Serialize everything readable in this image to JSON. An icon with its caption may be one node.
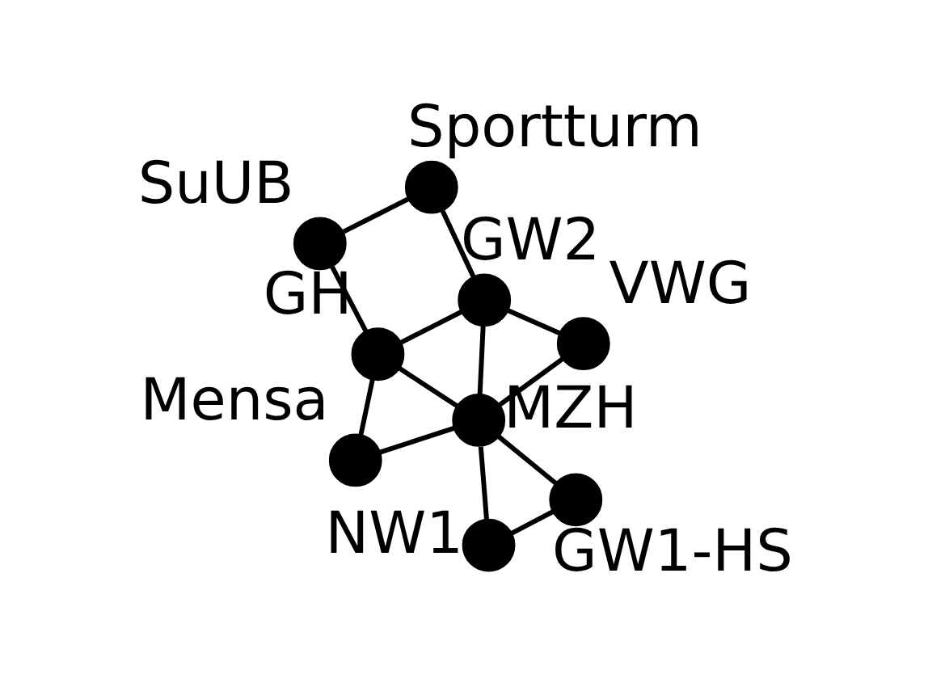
{
  "diagram": {
    "nodes": [
      {
        "text": [],
        "shape": "circle",
        "beside": [
          "SuUB"
        ]
      },
      {
        "text": [],
        "shape": "circle",
        "beside": [
          "Sportturm"
        ]
      },
      {
        "text": [],
        "shape": "circle",
        "beside": [
          "Mensa"
        ]
      },
      {
        "text": [],
        "shape": "circle",
        "beside": [
          "GH"
        ]
      },
      {
        "text": [],
        "shape": "circle",
        "beside": [
          "GW2"
        ]
      },
      {
        "text": [],
        "shape": "circle",
        "beside": [
          "MZH"
        ]
      },
      {
        "text": [],
        "shape": "circle",
        "beside": [
          "VWG"
        ]
      },
      {
        "text": [],
        "shape": "circle",
        "beside": [
          "GW1-HS"
        ]
      },
      {
        "text": [],
        "shape": "circle",
        "beside": [
          "NW1"
        ]
      }
    ],
    "edges": [
      {
        "from": 0,
        "to": 1,
        "arrow": "none"
      },
      {
        "from": 0,
        "to": 3,
        "arrow": "none"
      },
      {
        "from": 2,
        "to": 3,
        "arrow": "none"
      },
      {
        "from": 3,
        "to": 4,
        "arrow": "none"
      },
      {
        "from": 1,
        "to": 4,
        "arrow": "none"
      },
      {
        "from": 2,
        "to": 5,
        "arrow": "none"
      },
      {
        "from": 3,
        "to": 5,
        "arrow": "none"
      },
      {
        "from": 4,
        "to": 5,
        "arrow": "none"
      },
      {
        "from": 4,
        "to": 6,
        "arrow": "none"
      },
      {
        "from": 5,
        "to": 6,
        "arrow": "none"
      },
      {
        "from": 5,
        "to": 7,
        "arrow": "none"
      },
      {
        "from": 5,
        "to": 8,
        "arrow": "none"
      },
      {
        "from": 7,
        "to": 8,
        "arrow": "none"
      }
    ]
  }
}
